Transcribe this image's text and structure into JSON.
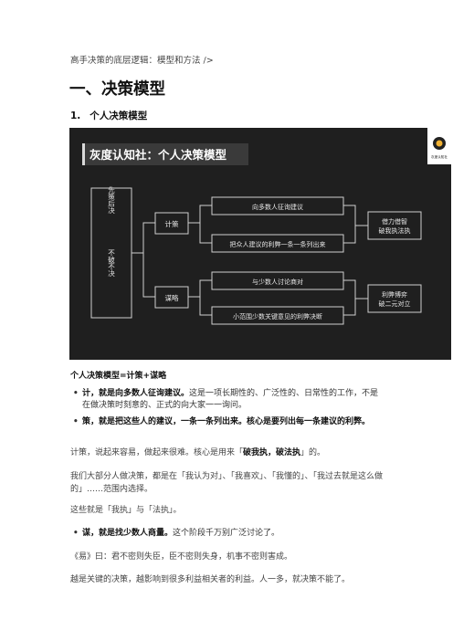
{
  "doc": {
    "top_line": "高手决策的底层逻辑：模型和方法 />",
    "section_title": "一、决策模型",
    "subsection_num": "1.",
    "subsection_title": "个人决策模型",
    "figure": {
      "banner": "灰度认知社：个人决策模型",
      "logo_text": "灰度认知社",
      "left_box_top": "先策后决",
      "left_box_bottom": "不破不决",
      "mid_top": "计策",
      "mid_bottom": "谋略",
      "branch1": "向多数人征询建议",
      "branch2": "把众人建议的利弊一条一条列出来",
      "branch3": "与少数人讨论商对",
      "branch4": "小范围少数关键意见的利弊决断",
      "right_top_1": "借力借智",
      "right_top_2": "破我执法执",
      "right_bottom_1": "利弊博弈",
      "right_bottom_2": "破二元对立"
    },
    "caption": "个人决策模型=计策+谋略",
    "bullet1_bold": "计，就是向多数人征询建议。",
    "bullet1_rest": "这是一项长期性的、广泛性的、日常性的工作，不是在做决策时刻意的、正式的向大家一一询问。",
    "bullet2_bold": "策，就是把这些人的建议，一条一条列出来。核心是要列出每一条建议的利弊。",
    "para1_a": "计策，说起来容易，做起来很难。核心是用来「",
    "para1_b": "破我执，破法执",
    "para1_c": "」的。",
    "para2": "我们大部分人做决策，都是在「我认为对」、「我喜欢」、「我懂的」、「我过去就是这么做的」……范围内选择。",
    "para3": "这些就是「我执」与「法执」。",
    "bullet3_bold": "谋，就是找少数人商量。",
    "bullet3_rest": "这个阶段千万别广泛讨论了。",
    "para4": "《易》曰：君不密则失臣，臣不密则失身，机事不密则害成。",
    "para5": "越是关键的决策，越影响到很多利益相关者的利益。人一多，就决策不能了。"
  }
}
